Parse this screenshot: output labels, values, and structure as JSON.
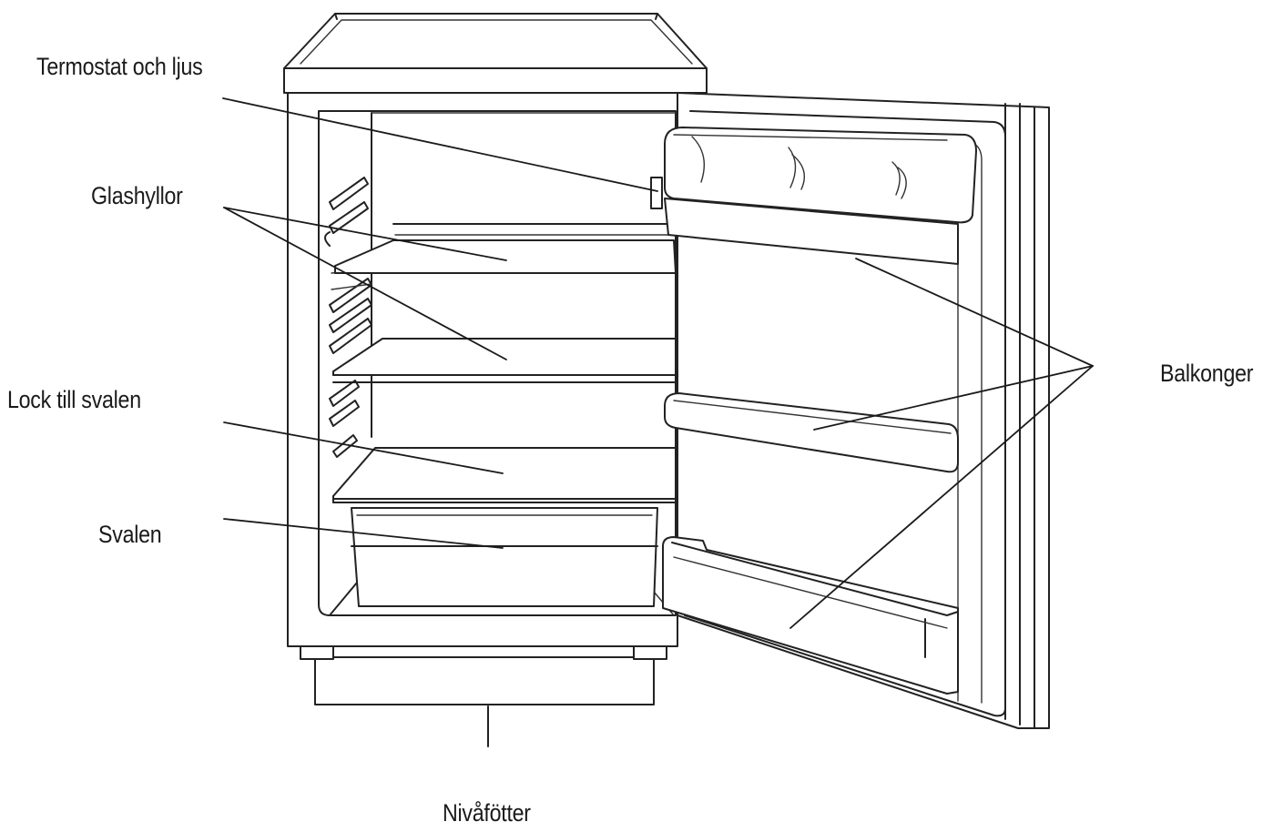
{
  "labels": {
    "thermostat": "Termostat och ljus",
    "glass_shelves": "Glashyllor",
    "crisper_lid": "Lock till svalen",
    "crisper": "Svalen",
    "door_balconies": "Balkonger",
    "leveling_feet": "Nivåfötter"
  }
}
